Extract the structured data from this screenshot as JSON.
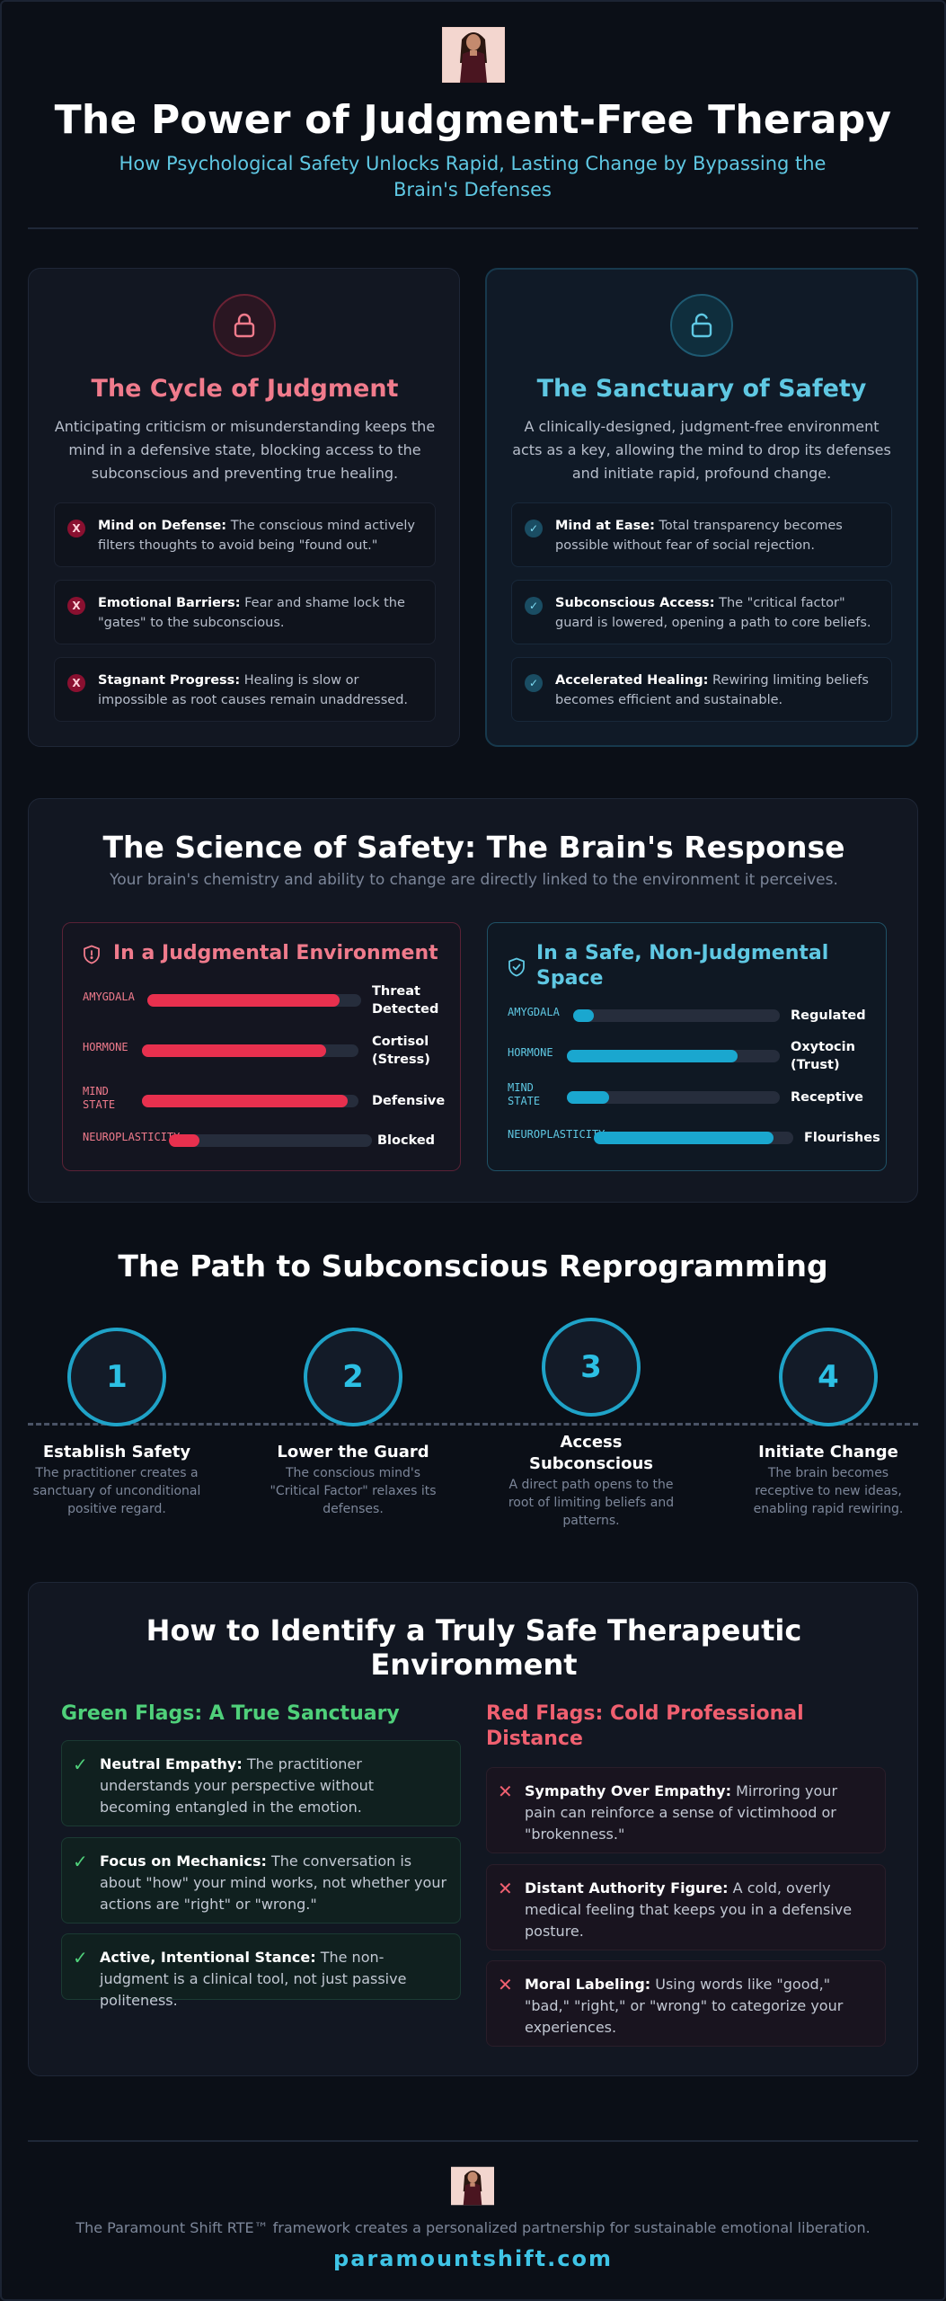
{
  "header": {
    "title": "The Power of Judgment-Free Therapy",
    "subtitle": "How Psychological Safety Unlocks Rapid, Lasting Change by Bypassing the Brain's Defenses"
  },
  "cards": [
    {
      "icon": "lock-icon",
      "title": "The Cycle of Judgment",
      "description": "Anticipating criticism or misunderstanding keeps the mind in a defensive state, blocking access to the subconscious and preventing true healing.",
      "items": [
        {
          "mark": "X",
          "label": "Mind on Defense:",
          "text": " The conscious mind actively filters thoughts to avoid being \"found out.\""
        },
        {
          "mark": "X",
          "label": "Emotional Barriers:",
          "text": " Fear and shame lock the \"gates\" to the subconscious."
        },
        {
          "mark": "X",
          "label": "Stagnant Progress:",
          "text": " Healing is slow or impossible as root causes remain unaddressed."
        }
      ]
    },
    {
      "icon": "unlock-icon",
      "title": "The Sanctuary of Safety",
      "description": "A clinically-designed, judgment-free environment acts as a key, allowing the mind to drop its defenses and initiate rapid, profound change.",
      "items": [
        {
          "mark": "✓",
          "label": "Mind at Ease:",
          "text": " Total transparency becomes possible without fear of social rejection."
        },
        {
          "mark": "✓",
          "label": "Subconscious Access:",
          "text": " The \"critical factor\" guard is lowered, opening a path to core beliefs."
        },
        {
          "mark": "✓",
          "label": "Accelerated Healing:",
          "text": " Rewiring limiting beliefs becomes efficient and sustainable."
        }
      ]
    }
  ],
  "science": {
    "title": "The Science of Safety: The Brain's Response",
    "subtitle": "Your brain's chemistry and ability to change are directly linked to the environment it perceives.",
    "panels": [
      {
        "icon": "shield-alert-icon",
        "title": "In a Judgmental Environment",
        "rows": [
          {
            "label": "AMYGDALA",
            "value": "Threat Detected",
            "level": 0.9
          },
          {
            "label": "HORMONE",
            "value": "Cortisol (Stress)",
            "level": 0.85
          },
          {
            "label": "MIND STATE",
            "value": "Defensive",
            "level": 0.95
          },
          {
            "label": "NEUROPLASTICITY",
            "value": "Blocked",
            "level": 0.15
          }
        ]
      },
      {
        "icon": "shield-check-icon",
        "title": "In a Safe, Non-Judgmental Space",
        "rows": [
          {
            "label": "AMYGDALA",
            "value": "Regulated",
            "level": 0.1
          },
          {
            "label": "HORMONE",
            "value": "Oxytocin (Trust)",
            "level": 0.8
          },
          {
            "label": "MIND STATE",
            "value": "Receptive",
            "level": 0.2
          },
          {
            "label": "NEUROPLASTICITY",
            "value": "Flourishes",
            "level": 0.9
          }
        ]
      }
    ]
  },
  "path": {
    "title": "The Path to Subconscious Reprogramming",
    "steps": [
      {
        "num": "1",
        "title": "Establish Safety",
        "desc": "The practitioner creates a sanctuary of unconditional positive regard."
      },
      {
        "num": "2",
        "title": "Lower the Guard",
        "desc": "The conscious mind's \"Critical Factor\" relaxes its defenses."
      },
      {
        "num": "3",
        "title": "Access Subconscious",
        "desc": "A direct path opens to the root of limiting beliefs and patterns."
      },
      {
        "num": "4",
        "title": "Initiate Change",
        "desc": "The brain becomes receptive to new ideas, enabling rapid rewiring."
      }
    ]
  },
  "flags": {
    "title": "How to Identify a Truly Safe Therapeutic Environment",
    "green": {
      "heading": "Green Flags: A True Sanctuary",
      "items": [
        {
          "label": "Neutral Empathy:",
          "text": " The practitioner understands your perspective without becoming entangled in the emotion."
        },
        {
          "label": "Focus on Mechanics:",
          "text": " The conversation is about \"how\" your mind works, not whether your actions are \"right\" or \"wrong.\""
        },
        {
          "label": "Active, Intentional Stance:",
          "text": " The non-judgment is a clinical tool, not just passive politeness."
        }
      ]
    },
    "red": {
      "heading": "Red Flags: Cold Professional Distance",
      "items": [
        {
          "label": "Sympathy Over Empathy:",
          "text": " Mirroring your pain can reinforce a sense of victimhood or \"brokenness.\""
        },
        {
          "label": "Distant Authority Figure:",
          "text": " A cold, overly medical feeling that keeps you in a defensive posture."
        },
        {
          "label": "Moral Labeling:",
          "text": " Using words like \"good,\" \"bad,\" \"right,\" or \"wrong\" to categorize your experiences."
        }
      ]
    }
  },
  "footer": {
    "text": "The Paramount Shift RTE™ framework creates a personalized partnership for sustainable emotional liberation.",
    "link": "paramountshift.com"
  },
  "colors": {
    "background": "#0b0f17",
    "accent_blue": "#5fc8e3",
    "accent_red": "#f07b8c",
    "bar_red": "#e8304e",
    "bar_blue": "#1aa7cf",
    "green": "#4fd07a"
  }
}
